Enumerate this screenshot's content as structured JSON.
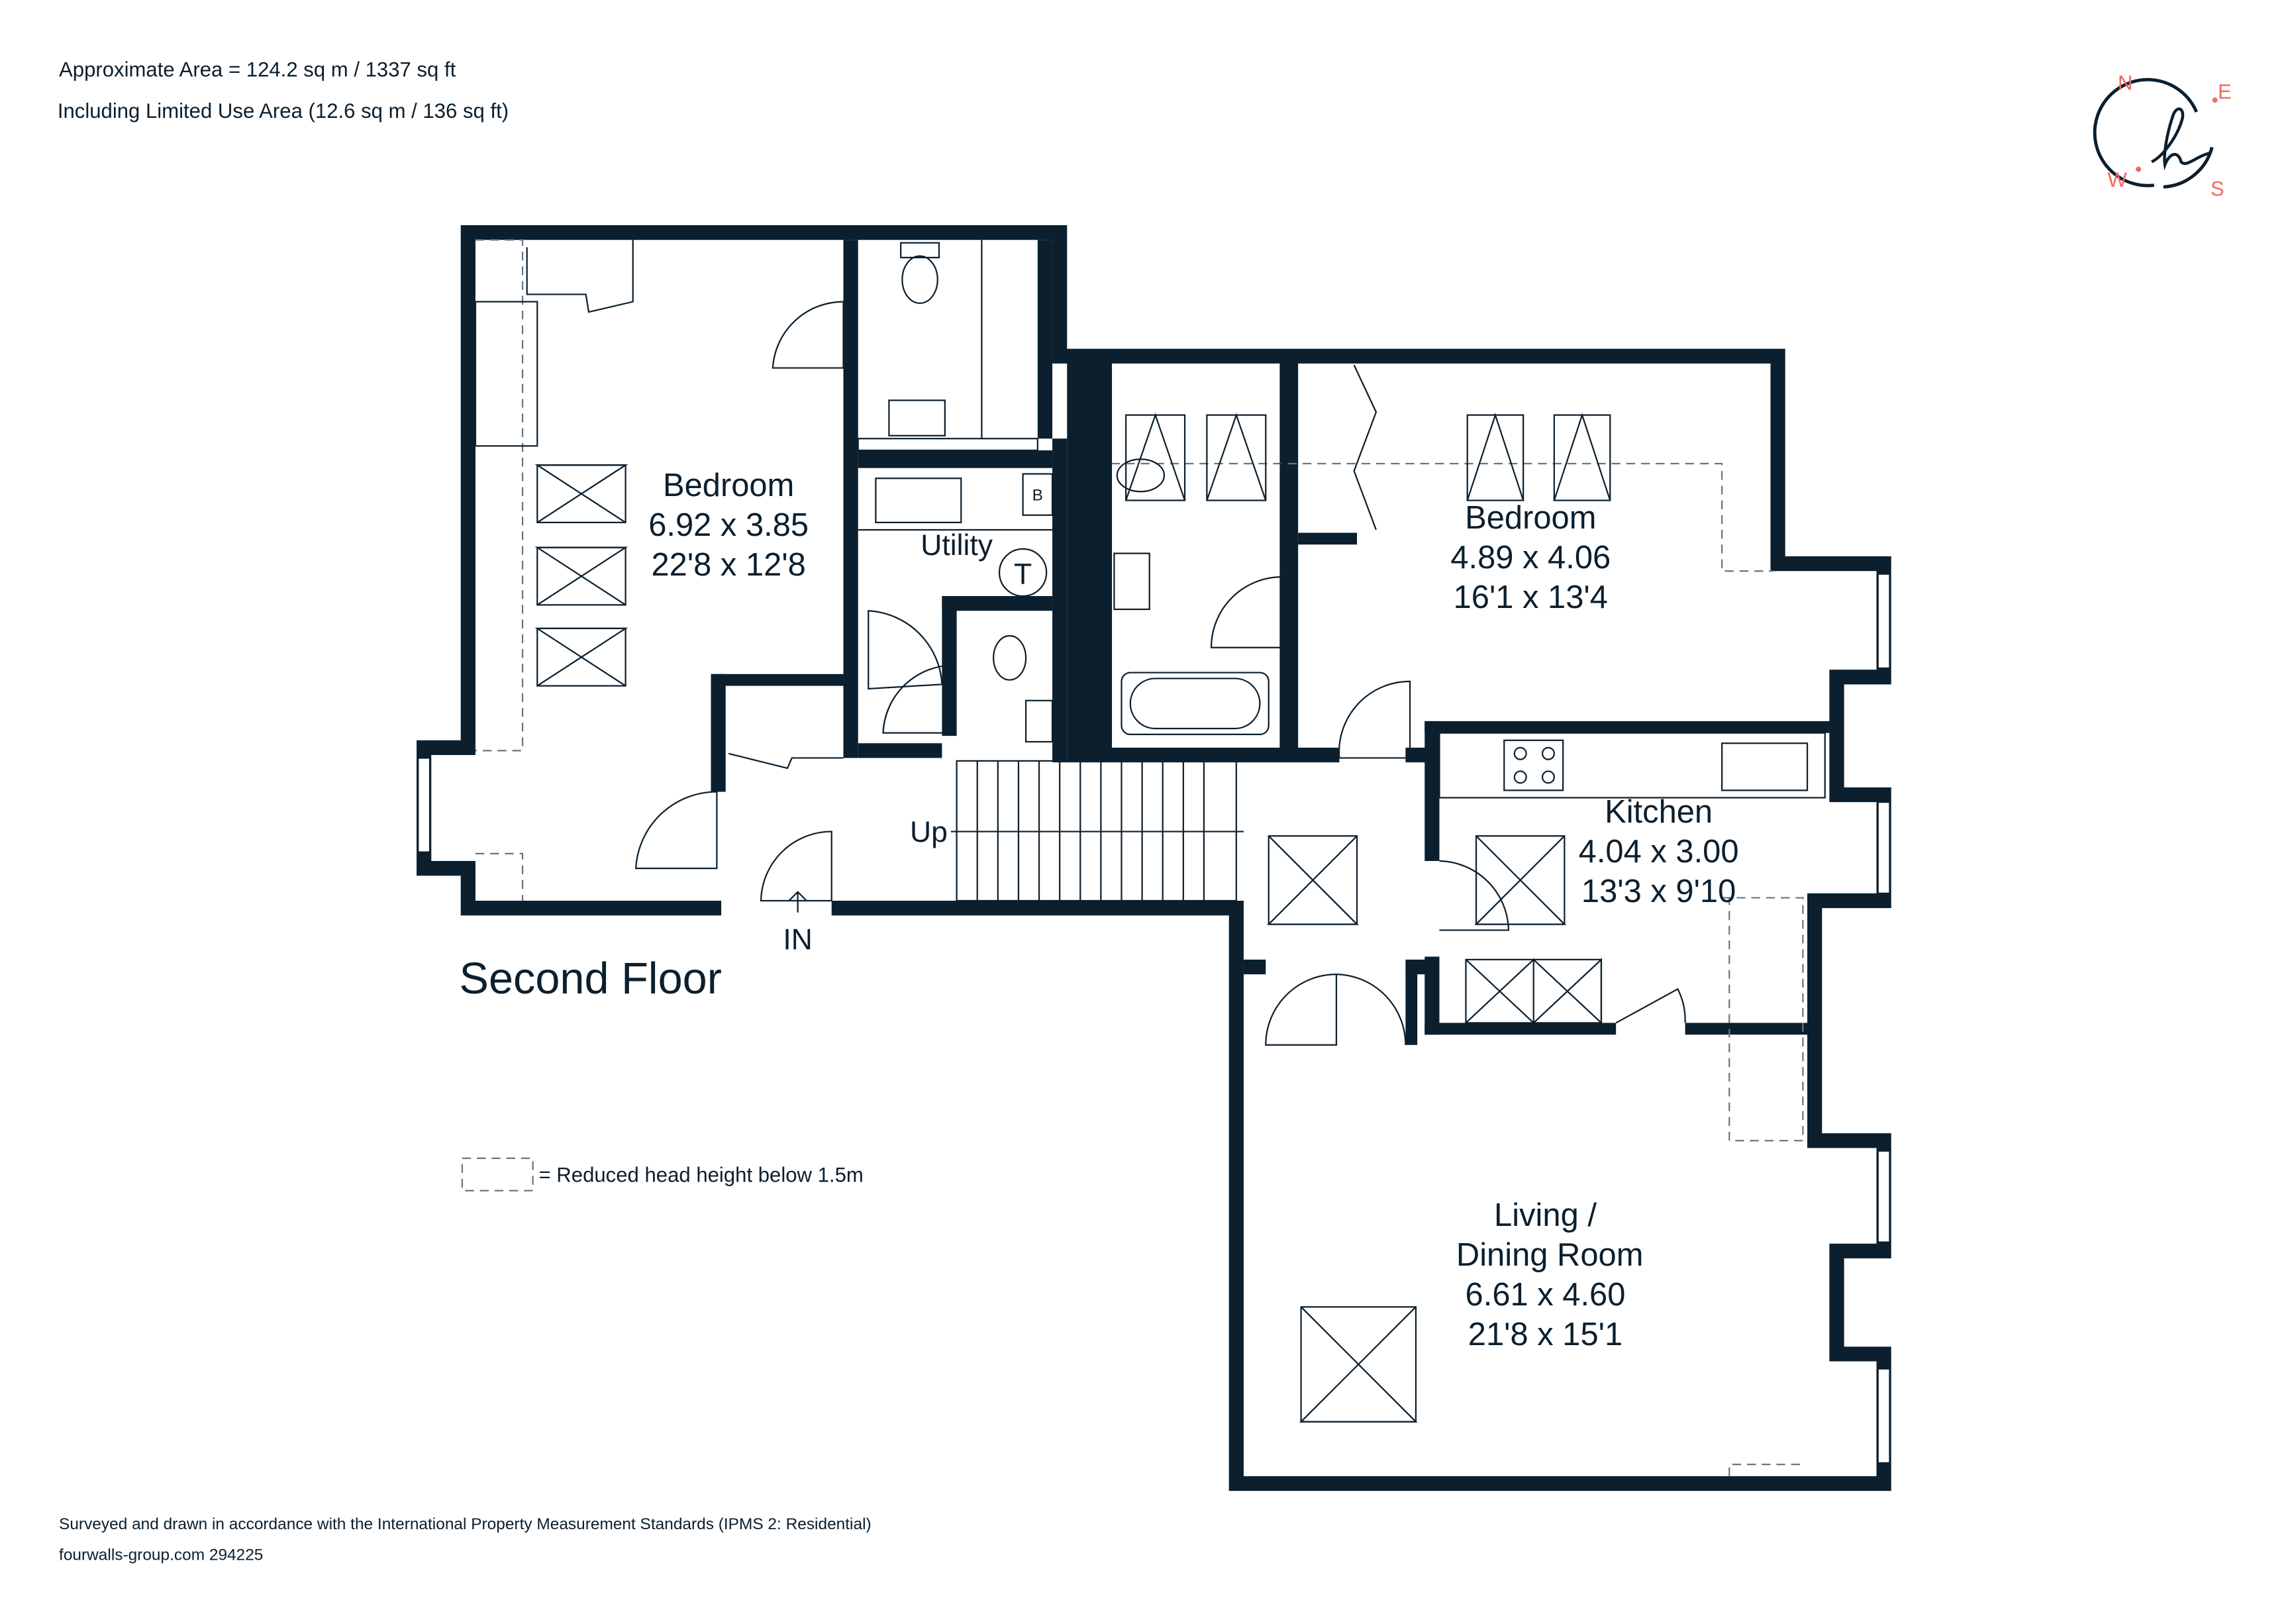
{
  "header": {
    "area_line": "Approximate Area = 124.2 sq m / 1337 sq ft",
    "limited_use_line": "Including Limited Use Area (12.6 sq m / 136 sq ft)"
  },
  "compass": {
    "n": "N",
    "e": "E",
    "s": "S",
    "w": "W",
    "logo": "h",
    "accent_color": "#ef6a5f",
    "wall_color": "#0b1f2e"
  },
  "floor_title": "Second Floor",
  "rooms": [
    {
      "name": "Bedroom",
      "metric": "6.92 x 3.85",
      "imperial": "22'8 x 12'8"
    },
    {
      "name": "Bedroom",
      "metric": "4.89 x 4.06",
      "imperial": "16'1 x 13'4"
    },
    {
      "name": "Kitchen",
      "metric": "4.04 x 3.00",
      "imperial": "13'3 x 9'10"
    },
    {
      "name": "Living /",
      "name2": "Dining Room",
      "metric": "6.61 x 4.60",
      "imperial": "21'8 x 15'1"
    }
  ],
  "utility": {
    "name": "Utility",
    "tank": "T",
    "boiler": "B"
  },
  "stairs_label": "Up",
  "entrance_label": "IN",
  "legend": {
    "text": "= Reduced head height below 1.5m"
  },
  "footer": {
    "standards": "Surveyed and drawn in accordance with the International Property Measurement Standards (IPMS 2: Residential)",
    "site": "fourwalls-group.com 294225"
  }
}
